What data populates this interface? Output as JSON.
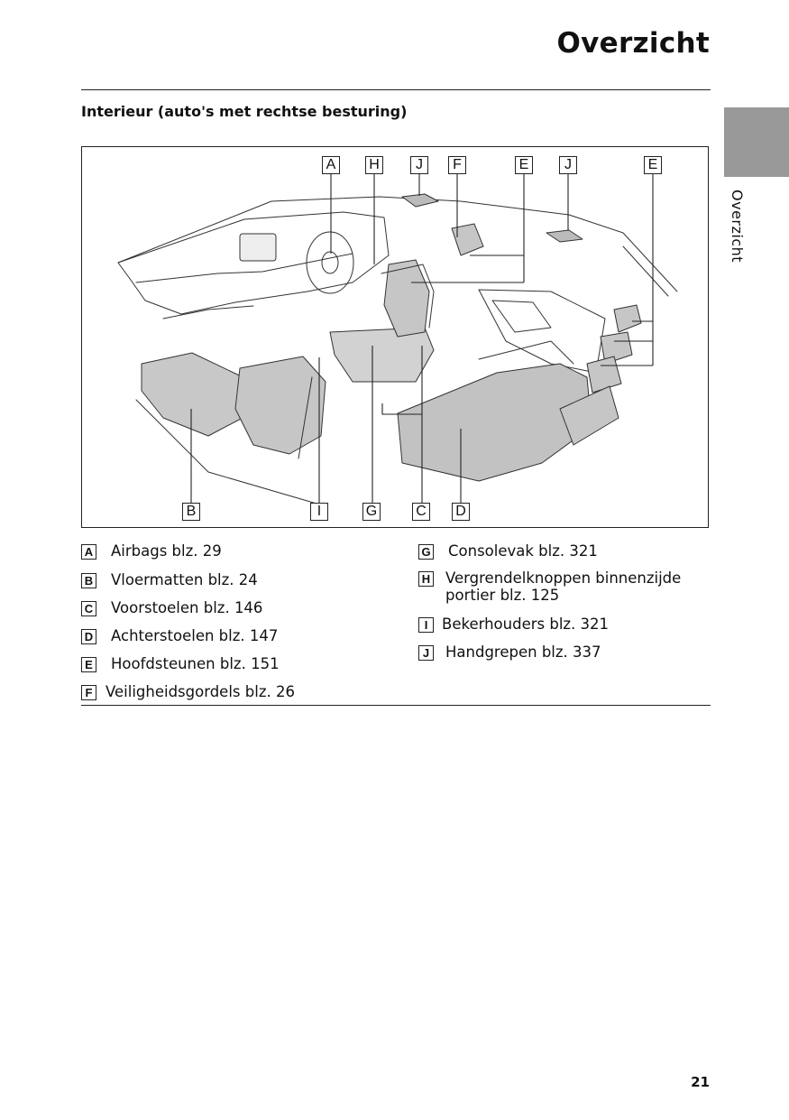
{
  "header": {
    "title": "Overzicht"
  },
  "side_tab": {
    "label": "Overzicht"
  },
  "section": {
    "title": "Interieur (auto's met rechtse besturing)"
  },
  "figure": {
    "callouts_top": [
      "A",
      "H",
      "J",
      "F",
      "E",
      "J",
      "E"
    ],
    "callouts_bottom": [
      "B",
      "I",
      "G",
      "C",
      "D"
    ]
  },
  "legend": [
    {
      "key": "A",
      "text": "Airbags blz. 29"
    },
    {
      "key": "B",
      "text": "Vloermatten blz. 24"
    },
    {
      "key": "C",
      "text": "Voorstoelen blz. 146"
    },
    {
      "key": "D",
      "text": "Achterstoelen blz. 147"
    },
    {
      "key": "E",
      "text": "Hoofdsteunen blz. 151"
    },
    {
      "key": "F",
      "text": "Veiligheidsgordels blz. 26"
    },
    {
      "key": "G",
      "text": "Consolevak blz. 321"
    },
    {
      "key": "H",
      "text": "Vergrendelknoppen binnenzijde portier blz. 125"
    },
    {
      "key": "I",
      "text": "Bekerhouders blz. 321"
    },
    {
      "key": "J",
      "text": "Handgrepen blz. 337"
    }
  ],
  "footer": {
    "page_number": "21"
  }
}
